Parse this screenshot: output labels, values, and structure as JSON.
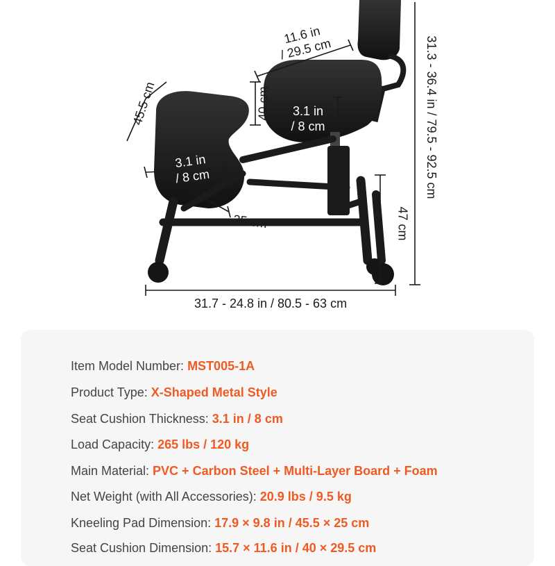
{
  "dimensions": {
    "seat_width": "11.6 in\n/ 29.5 cm",
    "seat_height": "40 cm",
    "seat_thickness": "3.1 in\n/ 8 cm",
    "knee_pad_length": "45.5 cm",
    "knee_pad_thickness": "3.1 in\n/ 8 cm",
    "knee_pad_depth": "25 cm",
    "base_length": "31.7 - 24.8 in / 80.5 - 63 cm",
    "total_height": "31.3 - 36.4 in / 79.5 - 92.5 cm",
    "frame_height": "47 cm"
  },
  "colors": {
    "accent": "#f05a22",
    "label": "#444444",
    "card_background": "#f6f6f6",
    "cushion": "#1b1b1b"
  },
  "specs": [
    {
      "label": "Item Model Number: ",
      "value": "MST005-1A"
    },
    {
      "label": "Product Type: ",
      "value": "X-Shaped Metal Style"
    },
    {
      "label": "Seat Cushion Thickness: ",
      "value": "3.1 in / 8 cm"
    },
    {
      "label": "Load Capacity: ",
      "value": "265 lbs / 120 kg"
    },
    {
      "label": "Main Material: ",
      "value": "PVC + Carbon Steel + Multi-Layer Board + Foam"
    },
    {
      "label": "Net Weight (with All Accessories): ",
      "value": "20.9 lbs / 9.5 kg"
    },
    {
      "label": "Kneeling Pad Dimension: ",
      "value": "17.9 × 9.8 in / 45.5 × 25 cm"
    },
    {
      "label": "Seat Cushion Dimension: ",
      "value": "15.7 × 11.6 in / 40 × 29.5 cm"
    }
  ]
}
